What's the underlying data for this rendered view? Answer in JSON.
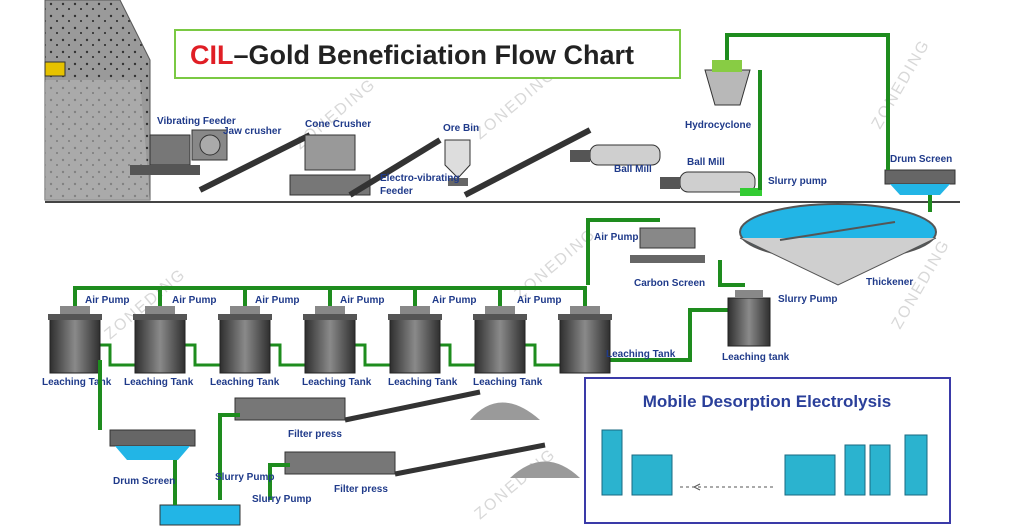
{
  "title": {
    "prefix": "CIL",
    "rest": "–Gold Beneficiation Flow Chart",
    "prefix_color": "#e01e25",
    "border_color": "#7ac943"
  },
  "watermark": "ZONEDING",
  "colors": {
    "pipe": "#1e8c1e",
    "label": "#1f3a8a",
    "tank": "#4a4a4a",
    "water": "#22b5e6",
    "desorption_border": "#3a3aa8",
    "desorption_fill": "#2bb3cf"
  },
  "labels": {
    "vibrating_feeder": "Vibrating Feeder",
    "jaw_crusher": "Jaw crusher",
    "cone_crusher": "Cone Crusher",
    "ore_bin": "Ore Bin",
    "electro_feeder_1": "Electro-vibrating",
    "electro_feeder_2": "Feeder",
    "hydrocyclone": "Hydrocyclone",
    "ball_mill_1": "Ball Mill",
    "ball_mill_2": "Ball Mill",
    "slurry_pump_top": "Slurry pump",
    "drum_screen_top": "Drum Screen",
    "air_pump_carbon": "Air Pump",
    "carbon_screen": "Carbon Screen",
    "thickener": "Thickener",
    "slurry_pump_mid": "Slurry Pump",
    "leaching_tank_right": "Leaching tank",
    "leaching_tank_7": "Leaching Tank",
    "air_pumps": [
      "Air Pump",
      "Air Pump",
      "Air Pump",
      "Air Pump",
      "Air Pump",
      "Air Pump"
    ],
    "leaching_tanks": [
      "Leaching Tank",
      "Leaching Tank",
      "Leaching Tank",
      "Leaching Tank",
      "Leaching Tank",
      "Leaching Tank"
    ],
    "filter_press_1": "Filter press",
    "filter_press_2": "Filter press",
    "drum_screen_bottom": "Drum Screen",
    "slurry_pump_b1": "Slurry Pump",
    "slurry_pump_b2": "Slurry Pump"
  },
  "desorption": {
    "title": "Mobile Desorption Electrolysis"
  }
}
